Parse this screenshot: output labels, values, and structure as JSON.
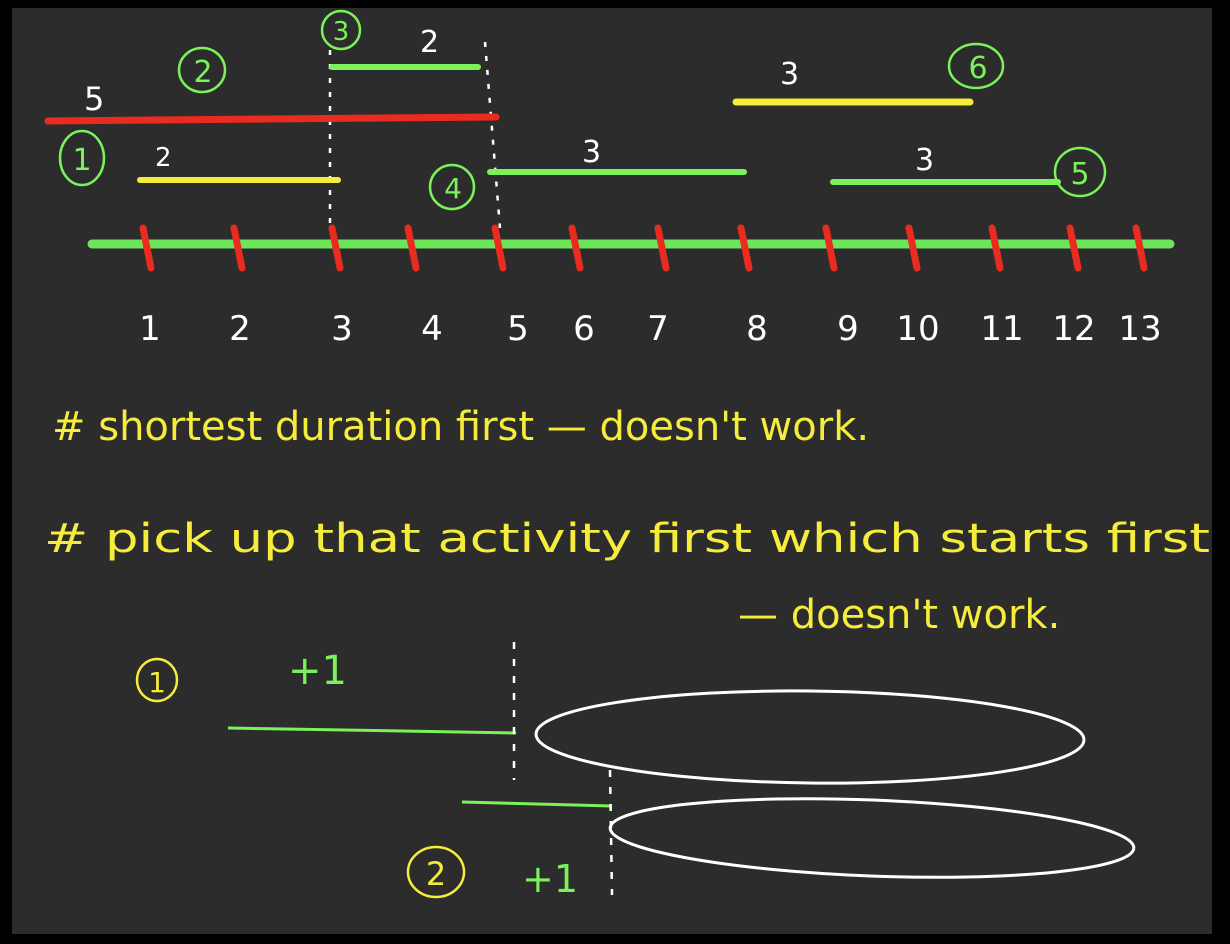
{
  "colors": {
    "background": "#2c2c2c",
    "frame": "#000000",
    "green": "#7cf25a",
    "red": "#ea2b1f",
    "yellow": "#f5ec3b",
    "white": "#ffffff",
    "axis": "#6ee45a"
  },
  "timeline": {
    "ticks": [
      "1",
      "2",
      "3",
      "4",
      "5",
      "6",
      "7",
      "8",
      "9",
      "10",
      "11",
      "12",
      "13"
    ]
  },
  "activities": [
    {
      "id": "1",
      "duration": "2",
      "start": 1,
      "end": 3,
      "color": "yellow"
    },
    {
      "id": "2",
      "duration": "5",
      "start": 0,
      "end": 5,
      "color": "red"
    },
    {
      "id": "3",
      "duration": "2",
      "start": 3,
      "end": 5,
      "color": "green"
    },
    {
      "id": "4",
      "duration": "3",
      "start": 5,
      "end": 8,
      "color": "green"
    },
    {
      "id": "5",
      "duration": "3",
      "start": 9,
      "end": 12,
      "color": "green"
    },
    {
      "id": "6",
      "duration": "3",
      "start": 8,
      "end": 11,
      "color": "yellow"
    }
  ],
  "notes": {
    "line1": "# shortest duration first — doesn't work.",
    "line2": "# pick up that activity first which starts first",
    "line3": "— doesn't work."
  },
  "sketch": {
    "label_1": "1",
    "plus_1": "+1",
    "label_2": "2",
    "plus_2": "+1"
  }
}
